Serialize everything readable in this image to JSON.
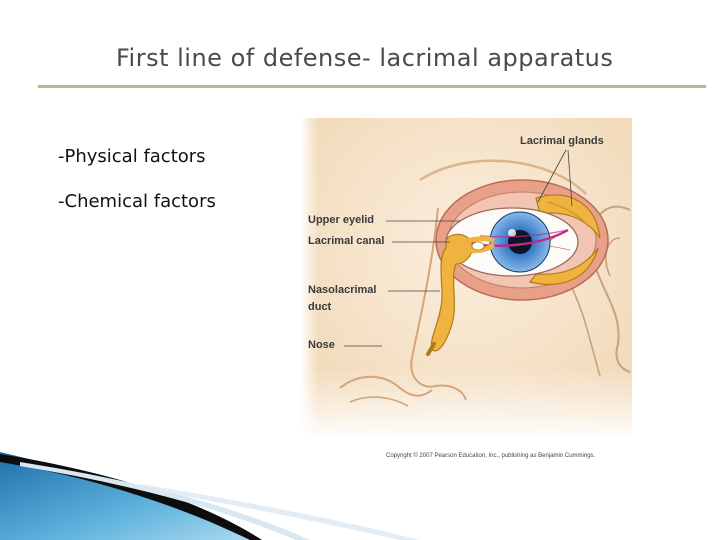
{
  "slide": {
    "title": "First line of defense- lacrimal apparatus",
    "bullets": [
      "-Physical factors",
      "-Chemical factors"
    ]
  },
  "figure": {
    "labels": {
      "lacrimal_glands": "Lacrimal glands",
      "upper_eyelid": "Upper eyelid",
      "lacrimal_canal": "Lacrimal canal",
      "nasolacrimal": "Nasolacrimal",
      "duct": "duct",
      "nose": "Nose"
    },
    "copyright": "Copyright © 2007 Pearson Education, Inc., publishing as Benjamin Cummings."
  },
  "colors": {
    "title_rule": "#a9bf8e",
    "skin": "#f6e3c9",
    "gland": "#f0b340",
    "iris": "#4a8fd4",
    "arrow": "#c0288a"
  }
}
